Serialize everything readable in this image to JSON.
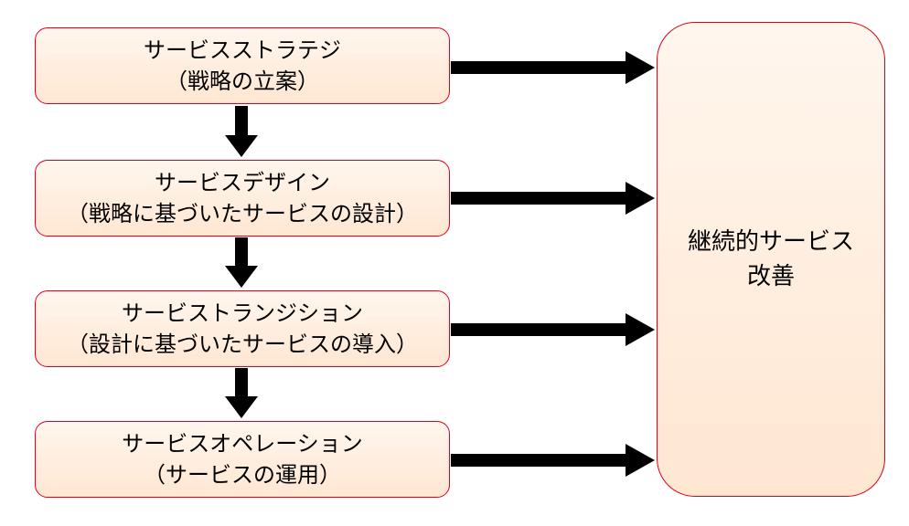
{
  "diagram": {
    "stages": [
      {
        "line1": "サービスストラテジ",
        "line2": "（戦略の立案）"
      },
      {
        "line1": "サービスデザイン",
        "line2": "（戦略に基づいたサービスの設計）"
      },
      {
        "line1": "サービストランジション",
        "line2": "（設計に基づいたサービスの導入）"
      },
      {
        "line1": "サービスオペレーション",
        "line2": "（サービスの運用）"
      }
    ],
    "csi": {
      "line1": "継続的サービス",
      "line2": "改善"
    },
    "colors": {
      "box_border": "#e0001b",
      "box_fill_top": "#fff6ee",
      "box_fill_bottom": "#ffe7d2",
      "arrow": "#000000"
    }
  }
}
